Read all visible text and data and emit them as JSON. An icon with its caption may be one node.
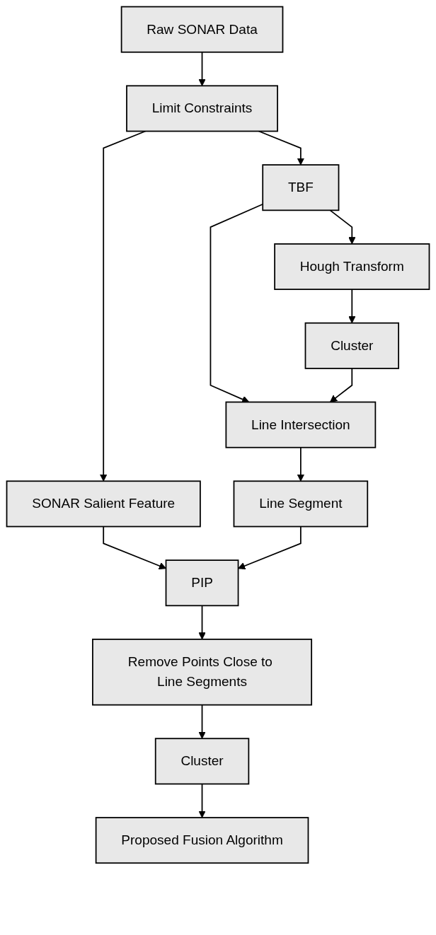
{
  "diagram": {
    "nodes": [
      {
        "text": [
          "Raw SONAR Data"
        ]
      },
      {
        "text": [
          "Limit Constraints"
        ]
      },
      {
        "text": [
          "SONAR Salient Feature"
        ]
      },
      {
        "text": [
          "TBF"
        ]
      },
      {
        "text": [
          "Hough Transform"
        ]
      },
      {
        "text": [
          "Cluster"
        ]
      },
      {
        "text": [
          "Line Intersection"
        ]
      },
      {
        "text": [
          "Line Segment"
        ]
      },
      {
        "text": [
          "PIP"
        ]
      },
      {
        "text": [
          "Remove Points Close to Line Segments"
        ]
      },
      {
        "text": [
          "Cluster"
        ]
      },
      {
        "text": [
          "Proposed Fusion Algorithm"
        ]
      }
    ],
    "edges": [
      {
        "from": 0,
        "to": 1,
        "arrow": "to"
      },
      {
        "from": 1,
        "to": 2,
        "arrow": "to"
      },
      {
        "from": 1,
        "to": 3,
        "arrow": "to"
      },
      {
        "from": 2,
        "to": 8,
        "arrow": "to"
      },
      {
        "from": 3,
        "to": 4,
        "arrow": "to"
      },
      {
        "from": 3,
        "to": 6,
        "arrow": "to"
      },
      {
        "from": 4,
        "to": 5,
        "arrow": "to"
      },
      {
        "from": 5,
        "to": 6,
        "arrow": "to"
      },
      {
        "from": 6,
        "to": 7,
        "arrow": "to"
      },
      {
        "from": 7,
        "to": 8,
        "arrow": "to"
      },
      {
        "from": 8,
        "to": 9,
        "arrow": "to"
      },
      {
        "from": 9,
        "to": 10,
        "arrow": "to"
      },
      {
        "from": 10,
        "to": 11,
        "arrow": "to"
      }
    ]
  }
}
